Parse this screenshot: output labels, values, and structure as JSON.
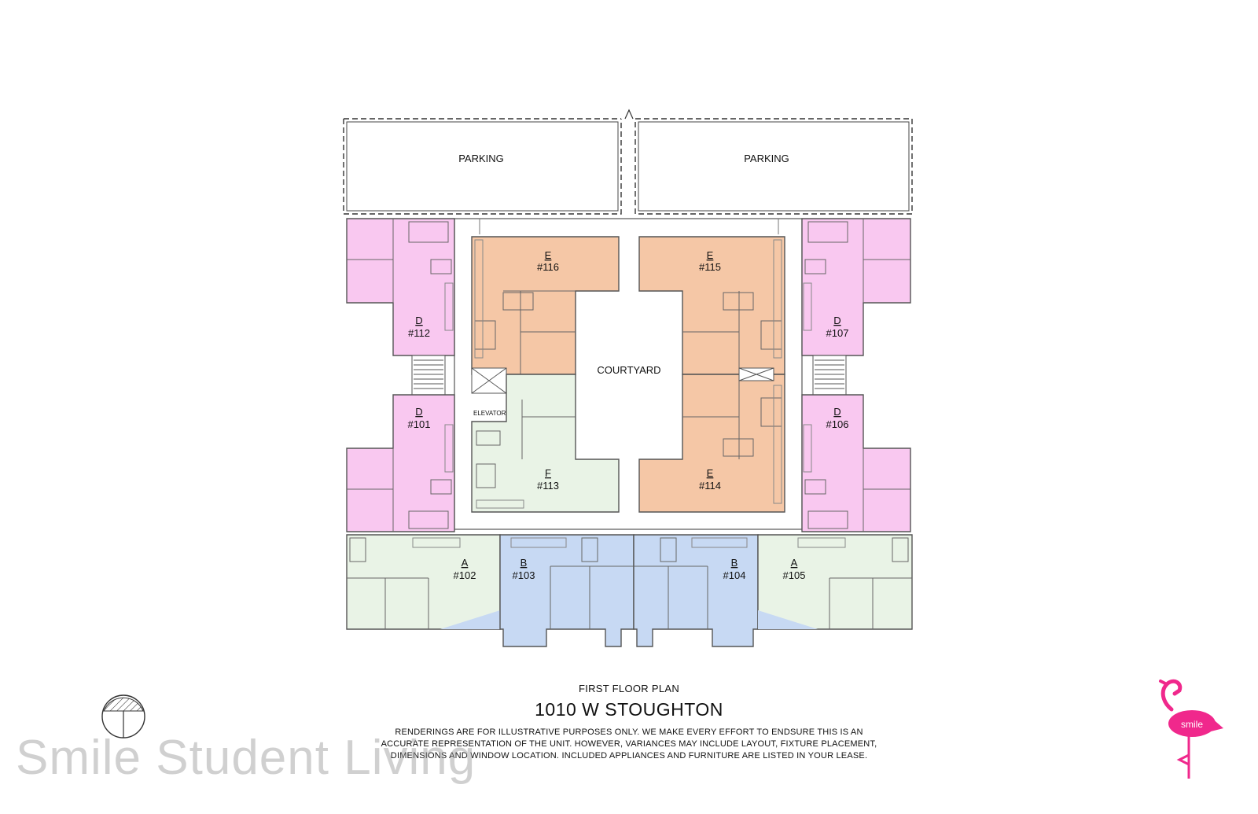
{
  "areas": {
    "parking_left": "PARKING",
    "parking_right": "PARKING",
    "courtyard": "COURTYARD",
    "elevator": "ELEVATOR"
  },
  "units": [
    {
      "id": "u116",
      "letter": "E",
      "number": "#116",
      "color": "#f5c7a6"
    },
    {
      "id": "u115",
      "letter": "E",
      "number": "#115",
      "color": "#f5c7a6"
    },
    {
      "id": "u114",
      "letter": "E",
      "number": "#114",
      "color": "#f5c7a6"
    },
    {
      "id": "u113",
      "letter": "F",
      "number": "#113",
      "color": "#e9f3e6"
    },
    {
      "id": "u112",
      "letter": "D",
      "number": "#112",
      "color": "#f9c8f0"
    },
    {
      "id": "u101",
      "letter": "D",
      "number": "#101",
      "color": "#f9c8f0"
    },
    {
      "id": "u107",
      "letter": "D",
      "number": "#107",
      "color": "#f9c8f0"
    },
    {
      "id": "u106",
      "letter": "D",
      "number": "#106",
      "color": "#f9c8f0"
    },
    {
      "id": "u102",
      "letter": "A",
      "number": "#102",
      "color": "#e9f3e6"
    },
    {
      "id": "u105",
      "letter": "A",
      "number": "#105",
      "color": "#e9f3e6"
    },
    {
      "id": "u103",
      "letter": "B",
      "number": "#103",
      "color": "#c7d9f3"
    },
    {
      "id": "u104",
      "letter": "B",
      "number": "#104",
      "color": "#c7d9f3"
    }
  ],
  "caption": {
    "subtitle": "FIRST FLOOR PLAN",
    "title": "1010 W STOUGHTON",
    "disclaimer": "RENDERINGS ARE FOR ILLUSTRATIVE PURPOSES ONLY. WE MAKE EVERY EFFORT TO ENDSURE THIS IS AN ACCURATE REPRESENTATION OF THE UNIT. HOWEVER, VARIANCES MAY INCLUDE LAYOUT, FIXTURE PLACEMENT, DIMENSIONS AND WINDOW LOCATION. INCLUDED APPLIANCES AND FURNITURE ARE LISTED IN YOUR LEASE."
  },
  "watermark": "Smile Student Living",
  "logo_text": "smile",
  "colors": {
    "unit_e": "#f5c7a6",
    "unit_d": "#f9c8f0",
    "unit_a_f": "#e9f3e6",
    "unit_b": "#c7d9f3",
    "brand_pink": "#f0288c",
    "line": "#444444"
  },
  "icons": [
    "north-arrow-icon",
    "flamingo-logo-icon"
  ]
}
